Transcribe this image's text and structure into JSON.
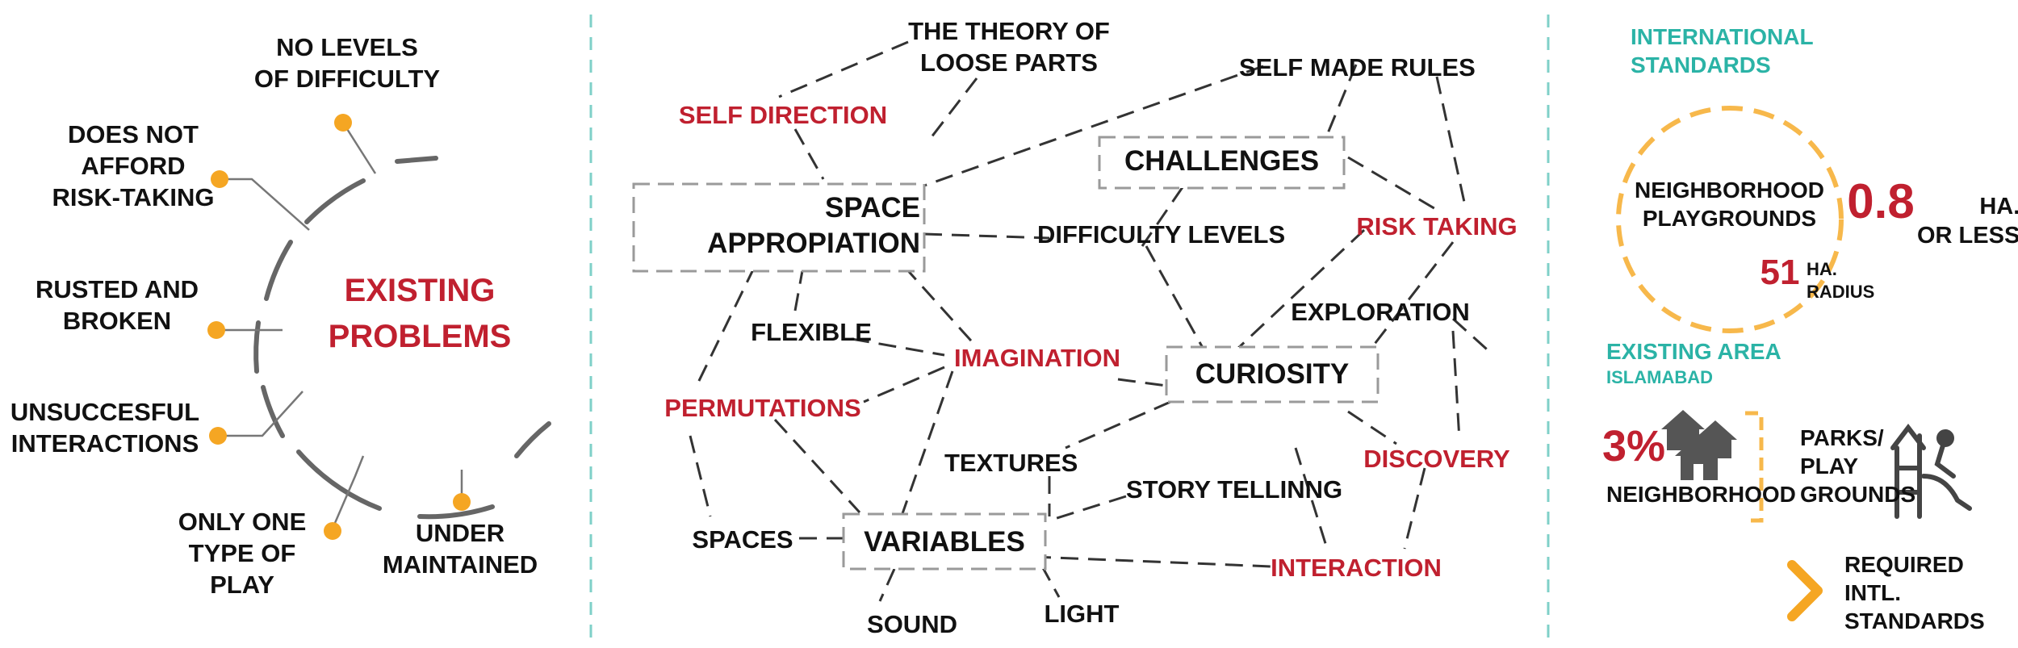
{
  "left_panel": {
    "title_line1": "EXISTING",
    "title_line2": "PROBLEMS",
    "items": [
      {
        "text": "NO LEVELS\nOF DIFFICULTY"
      },
      {
        "text": "DOES NOT\nAFFORD\nRISK-TAKING"
      },
      {
        "text": "RUSTED AND\nBROKEN"
      },
      {
        "text": "UNSUCCESFUL\nINTERACTIONS"
      },
      {
        "text": "ONLY ONE\nTYPE OF\nPLAY"
      },
      {
        "text": "UNDER\nMAINTAINED"
      }
    ]
  },
  "mind_map": {
    "main_nodes": {
      "space_appropiation": "SPACE\nAPPROPIATION",
      "challenges": "CHALLENGES",
      "curiosity": "CURIOSITY",
      "variables": "VARIABLES"
    },
    "red_terms": {
      "self_direction": "SELF DIRECTION",
      "risk_taking": "RISK TAKING",
      "imagination": "IMAGINATION",
      "permutations": "PERMUTATIONS",
      "discovery": "DISCOVERY",
      "interaction": "INTERACTION"
    },
    "black_terms": {
      "theory": "THE THEORY OF\nLOOSE PARTS",
      "self_made_rules": "SELF MADE RULES",
      "difficulty_levels": "DIFFICULTY LEVELS",
      "exploration": "EXPLORATION",
      "flexible": "FLEXIBLE",
      "textures": "TEXTURES",
      "story_telling": "STORY TELLINNG",
      "spaces": "SPACES",
      "sound": "SOUND",
      "light": "LIGHT"
    }
  },
  "right_panel": {
    "intl_heading": "INTERNATIONAL\nSTANDARDS",
    "circle_label": "NEIGHBORHOOD\nPLAYGROUNDS",
    "area_value": "0.8",
    "area_unit": "HA.\nOR LESS",
    "radius_value": "51",
    "radius_unit": "HA.\nRADIUS",
    "existing_heading": "EXISTING AREA",
    "existing_sub": "ISLAMABAD",
    "percent": "3%",
    "neighborhood_label": "NEIGHBORHOOD",
    "parks_label": "PARKS/\nPLAY\nGROUNDS",
    "legend_label": "REQUIRED\nINTL.\nSTANDARDS",
    "colors": {
      "red": "#c0202f",
      "teal": "#2bb3a6",
      "orange": "#f5a623",
      "dashed_orange": "#f7b84b"
    }
  }
}
